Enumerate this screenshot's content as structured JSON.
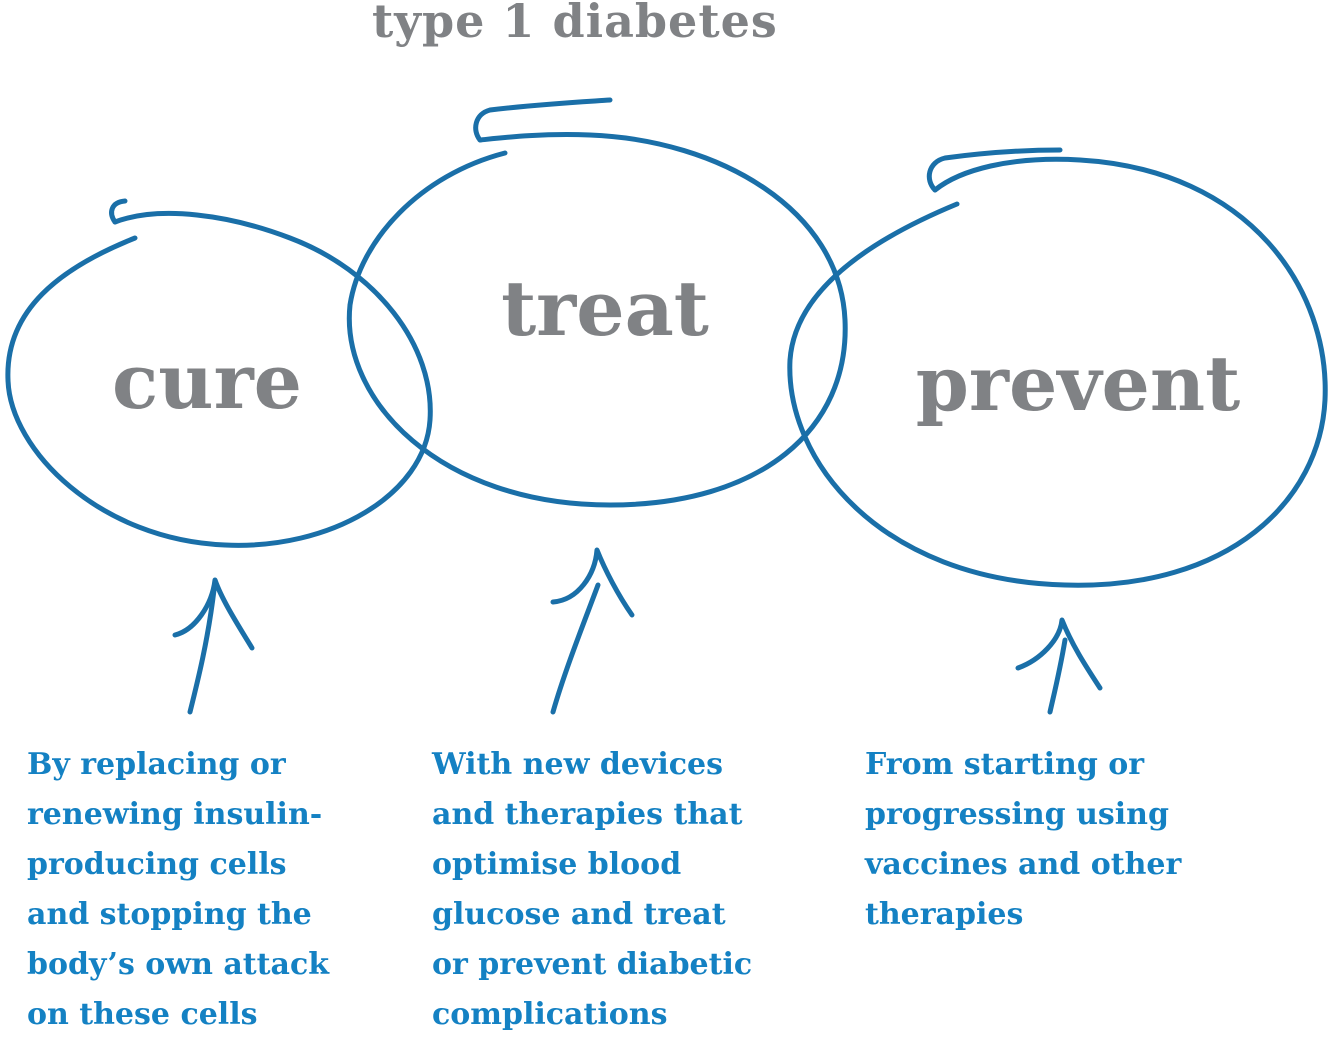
{
  "title": "type 1 diabetes",
  "colors": {
    "outline": "#1a6fa8",
    "heading_text": "#808285",
    "description_text": "#1481c3"
  },
  "circles": [
    {
      "label": "cure",
      "description_lines": [
        "By replacing or",
        "renewing insulin-",
        "producing cells",
        "and stopping the",
        "body’s own attack",
        "on these cells"
      ]
    },
    {
      "label": "treat",
      "description_lines": [
        "With new devices",
        "and therapies that",
        "optimise blood",
        "glucose and treat",
        "or prevent diabetic",
        "complications"
      ]
    },
    {
      "label": "prevent",
      "description_lines": [
        "From starting or",
        "progressing using",
        "vaccines and other",
        "therapies"
      ]
    }
  ],
  "icons": {
    "arrow": "up-arrow-icon"
  }
}
